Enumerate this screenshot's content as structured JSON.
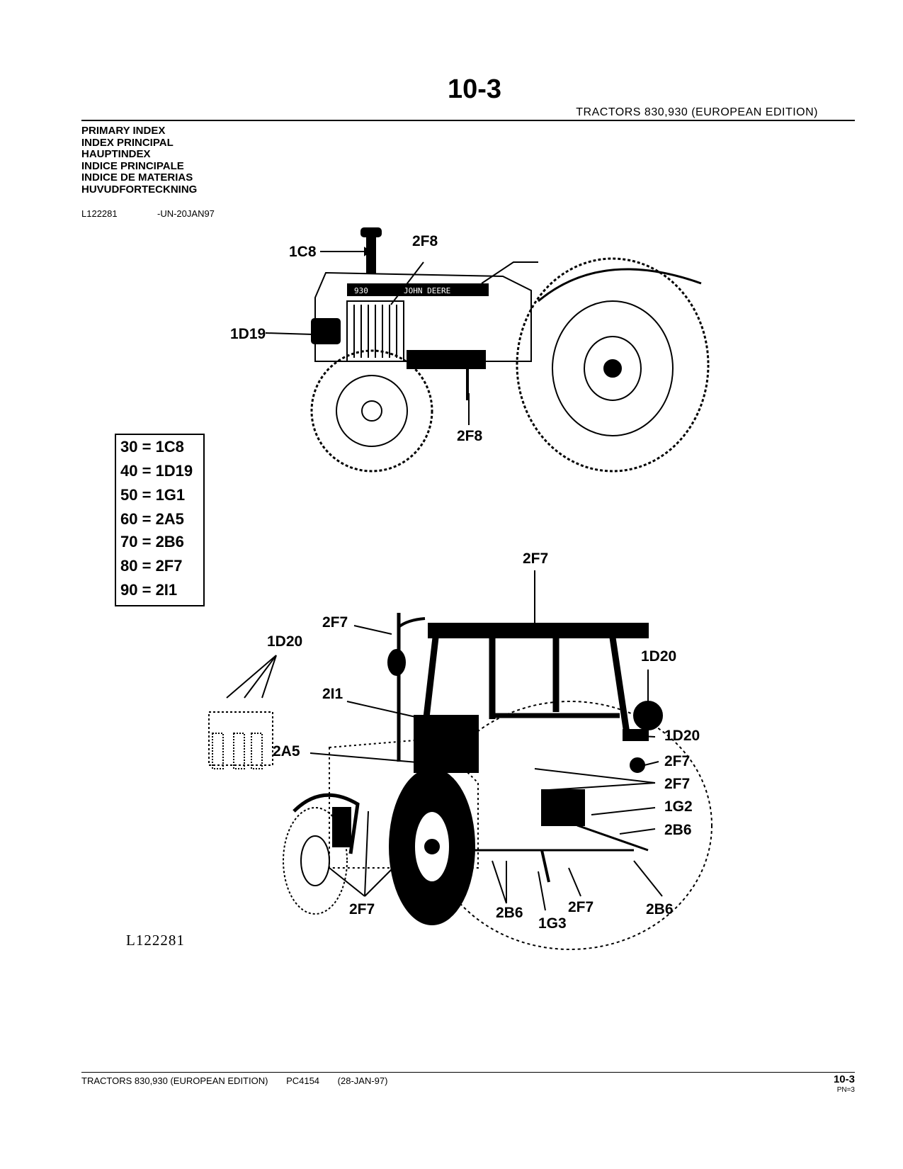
{
  "header": {
    "page_number": "10-3",
    "title": "TRACTORS  830,930  (EUROPEAN  EDITION)"
  },
  "index_titles": [
    "PRIMARY INDEX",
    "INDEX PRINCIPAL",
    "HAUPTINDEX",
    "INDICE PRINCIPALE",
    "INDICE DE MATERIAS",
    "HUVUDFORTECKNING"
  ],
  "figure": {
    "id": "L122281",
    "code": "-UN-20JAN97",
    "watermark": "L122281",
    "tractor_model_badge": "930",
    "tractor_brand": "JOHN DEERE"
  },
  "key": [
    {
      "num": "30",
      "ref": "1C8"
    },
    {
      "num": "40",
      "ref": "1D19"
    },
    {
      "num": "50",
      "ref": "1G1"
    },
    {
      "num": "60",
      "ref": "2A5"
    },
    {
      "num": "70",
      "ref": "2B6"
    },
    {
      "num": "80",
      "ref": "2F7"
    },
    {
      "num": "90",
      "ref": "2I1"
    }
  ],
  "callouts": {
    "side": [
      "1C8",
      "2F8",
      "1D19",
      "2F8"
    ],
    "rear": [
      "2F7",
      "2F7",
      "1D20",
      "1D20",
      "2I1",
      "1D20",
      "2A5",
      "2F7",
      "2F7",
      "1G2",
      "2B6",
      "2F7",
      "2B6",
      "1G3",
      "2F7",
      "2B6"
    ]
  },
  "footer": {
    "title": "TRACTORS 830,930 (EUROPEAN EDITION)",
    "catalog": "PC4154",
    "date": "(28-JAN-97)",
    "page": "10-3",
    "pn": "PN=3"
  }
}
